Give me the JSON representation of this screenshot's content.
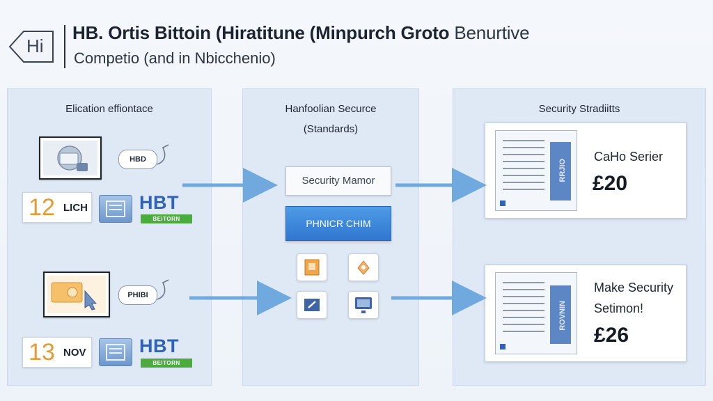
{
  "header": {
    "back_badge": "Hi",
    "title_bold": "HB. Ortis Bittoin (Hiratitune (Minpurch Groto",
    "title_rest": " Benurtive",
    "subtitle": "Competio (and in Nbicchenio)"
  },
  "panels": {
    "left": {
      "title": "Elication effiontace",
      "rows": [
        {
          "bubble": "HBD",
          "number": "12",
          "number_label": "LICH",
          "brand": "HBT",
          "badge": "BEITORN"
        },
        {
          "bubble": "PHIBI",
          "number": "13",
          "number_label": "NOV",
          "brand": "HBT",
          "badge": "BEITORN"
        }
      ]
    },
    "middle": {
      "title_line1": "Hanfoolian Securce",
      "title_line2": "(Standards)",
      "box_label": "Security Mamor",
      "button_label": "PHNICR CHIM"
    },
    "right": {
      "title": "Security Stradiitts",
      "cards": [
        {
          "line1": "CaHo Serier",
          "line2": "",
          "price": "£20",
          "doc_label": "RRJIO"
        },
        {
          "line1": "Make Security",
          "line2": "Setimon!",
          "price": "£26",
          "doc_label": "ROVNIN"
        }
      ]
    }
  },
  "colors": {
    "panel_bg": "#dfe9f5",
    "arrow": "#6fa9dd",
    "brand_blue": "#2f63b8",
    "number_orange": "#e39a33",
    "badge_green": "#4cab3f",
    "button_blue": "#3a86da"
  },
  "icons": [
    "back-arrow-icon",
    "id-card-icon",
    "person-cursor-icon",
    "document-icon",
    "lock-icon",
    "shield-icon",
    "wrench-icon",
    "monitor-icon",
    "arrow-right-icon"
  ]
}
